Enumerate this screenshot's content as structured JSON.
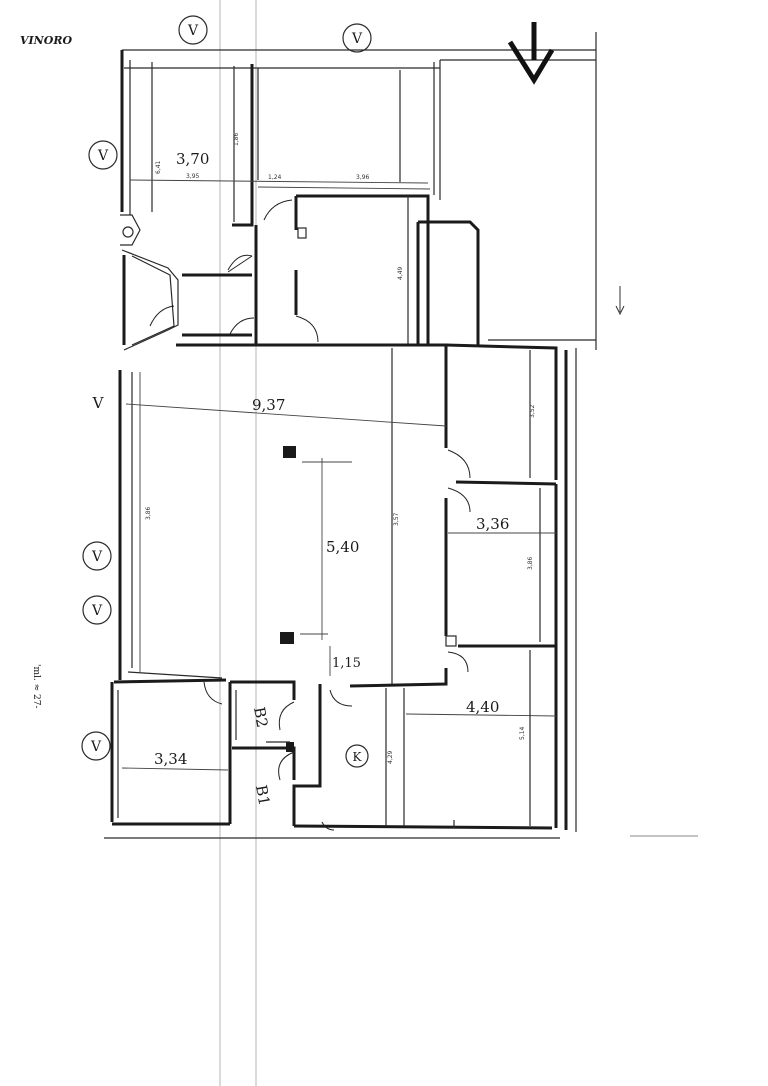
{
  "header": {
    "scribble": "VINORO"
  },
  "window_marker": "V",
  "room_labels": {
    "top_left": "3,70",
    "living": "9,37",
    "center": "5,40",
    "right_middle": "3,36",
    "bottom_right": "4,40",
    "bottom_left": "3,34",
    "passage": "1,15",
    "bath_1": "B1",
    "bath_2": "B2",
    "kitchen": "K"
  },
  "small_dims": {
    "d_641": "6,41",
    "d_395": "3,95",
    "d_124": "1,24",
    "d_396": "3,96",
    "d_186": "1,86",
    "d_449": "4,49",
    "d_386": "3,86",
    "d_357": "3,57",
    "d_352": "3,52",
    "d_386b": "3,86",
    "d_429": "4,29",
    "d_514": "5,14"
  },
  "margin_note": "'ml. ≈ 27-"
}
